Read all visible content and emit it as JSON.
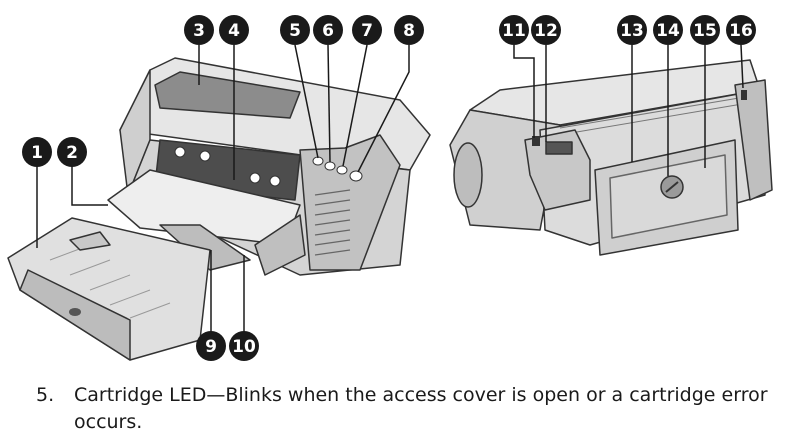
{
  "callouts": [
    "1",
    "2",
    "3",
    "4",
    "5",
    "6",
    "7",
    "8",
    "9",
    "10",
    "11",
    "12",
    "13",
    "14",
    "15",
    "16"
  ],
  "caption": {
    "number": "5.",
    "text": "Cartridge LED—Blinks when the access cover is open or a cartridge error occurs."
  },
  "colors": {
    "callout_fill": "#1a1a1a",
    "printer_body": "#d9d9d9",
    "printer_shadow": "#a6a6a6",
    "line": "#333333"
  }
}
